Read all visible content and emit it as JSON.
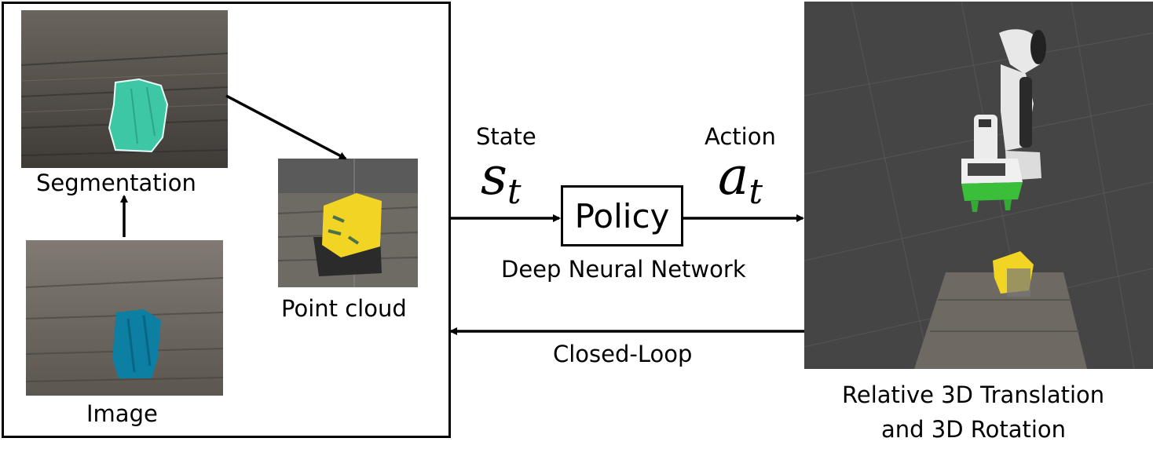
{
  "labels": {
    "segmentation": "Segmentation",
    "image": "Image",
    "point_cloud": "Point cloud",
    "state": "State",
    "action": "Action",
    "state_symbol": "s",
    "state_sub": "t",
    "action_symbol": "a",
    "action_sub": "t",
    "policy": "Policy",
    "network": "Deep Neural Network",
    "closed_loop": "Closed-Loop",
    "output_line1": "Relative 3D Translation",
    "output_line2": "and 3D Rotation"
  },
  "colors": {
    "floor": "#4a4642",
    "cloth_segmentation": "#3ec7a5",
    "cloth_image": "#0d7fa3",
    "point_cloud_yellow": "#f2d524",
    "sim_background": "#454545",
    "gripper_green": "#3bbf3b"
  }
}
